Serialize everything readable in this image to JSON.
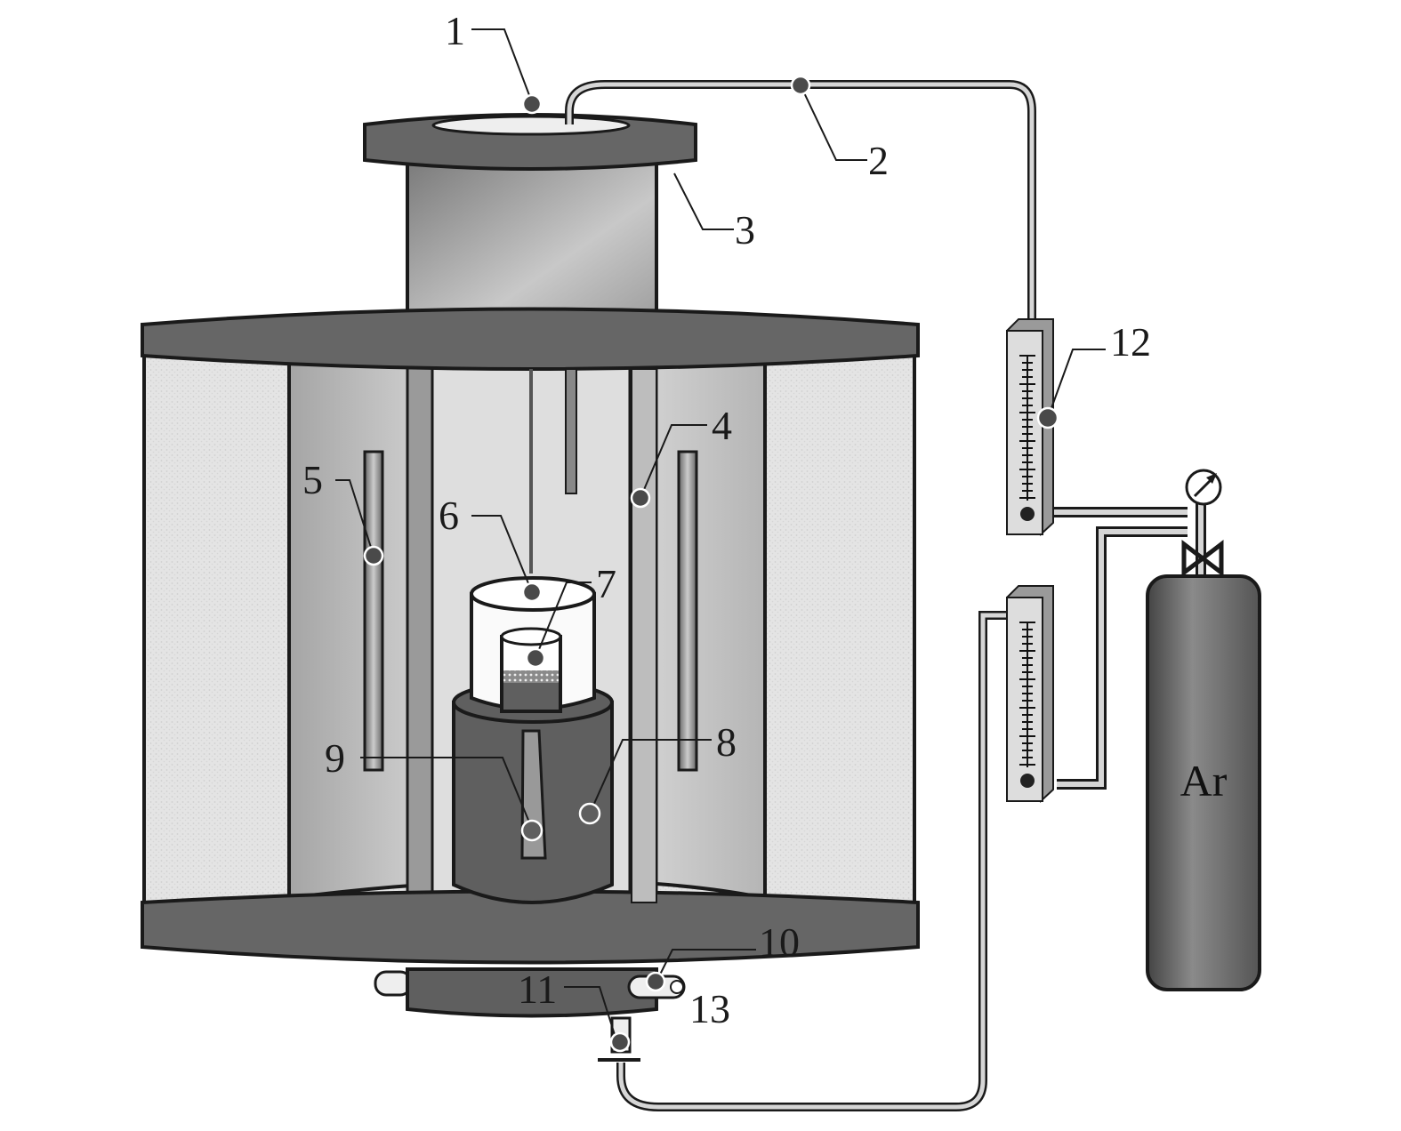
{
  "diagram": {
    "type": "apparatus-schematic",
    "description": "Vertical tube furnace with argon gas supply and flowmeters",
    "labels": [
      {
        "id": "1",
        "text": "1"
      },
      {
        "id": "2",
        "text": "2"
      },
      {
        "id": "3",
        "text": "3"
      },
      {
        "id": "4",
        "text": "4"
      },
      {
        "id": "5",
        "text": "5"
      },
      {
        "id": "6",
        "text": "6"
      },
      {
        "id": "7",
        "text": "7"
      },
      {
        "id": "8",
        "text": "8"
      },
      {
        "id": "9",
        "text": "9"
      },
      {
        "id": "10",
        "text": "10"
      },
      {
        "id": "11",
        "text": "11"
      },
      {
        "id": "12",
        "text": "12"
      },
      {
        "id": "13",
        "text": "13"
      }
    ],
    "gas_cylinder_label": "Ar",
    "colors": {
      "dark_metal": "#5f5f5f",
      "mid_metal": "#9a9a9a",
      "light_metal": "#d9d9d9",
      "insulation": "#e6e6e6",
      "outline": "#1a1a1a",
      "marker": "#4a4a4a"
    }
  }
}
